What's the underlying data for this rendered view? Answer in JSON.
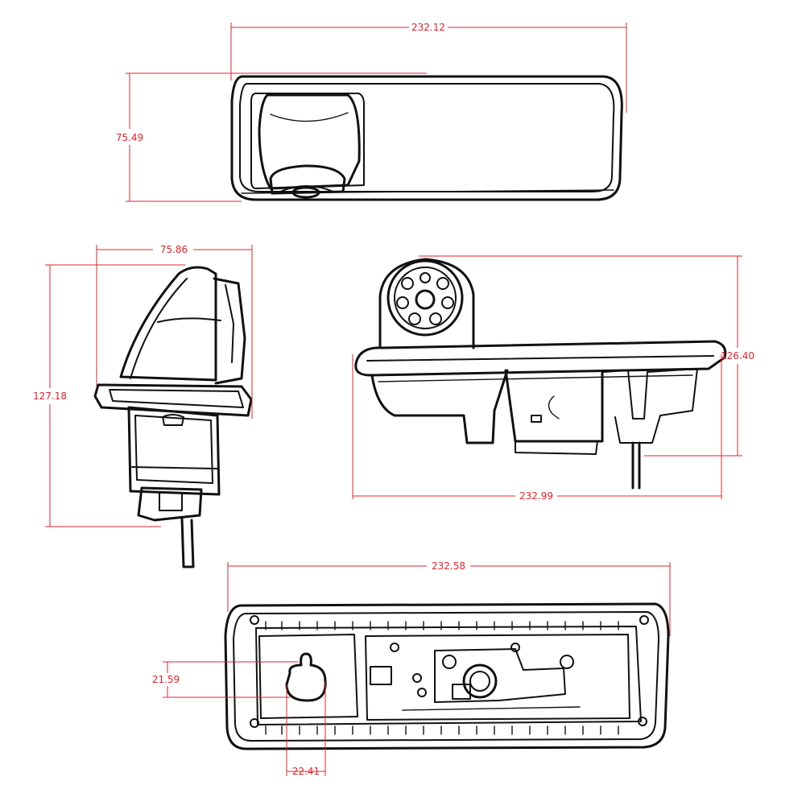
{
  "dimensions": {
    "top_width": "232.12",
    "top_height": "75.49",
    "side_width": "75.86",
    "side_height": "127.18",
    "front_width": "232.99",
    "front_height": "126.40",
    "bottom_width": "232.58",
    "bottom_hole_offset": "21.59",
    "bottom_hole_width": "22.41"
  },
  "colors": {
    "dimension": "#e0242a",
    "ink": "#111111",
    "background": "#ffffff"
  }
}
